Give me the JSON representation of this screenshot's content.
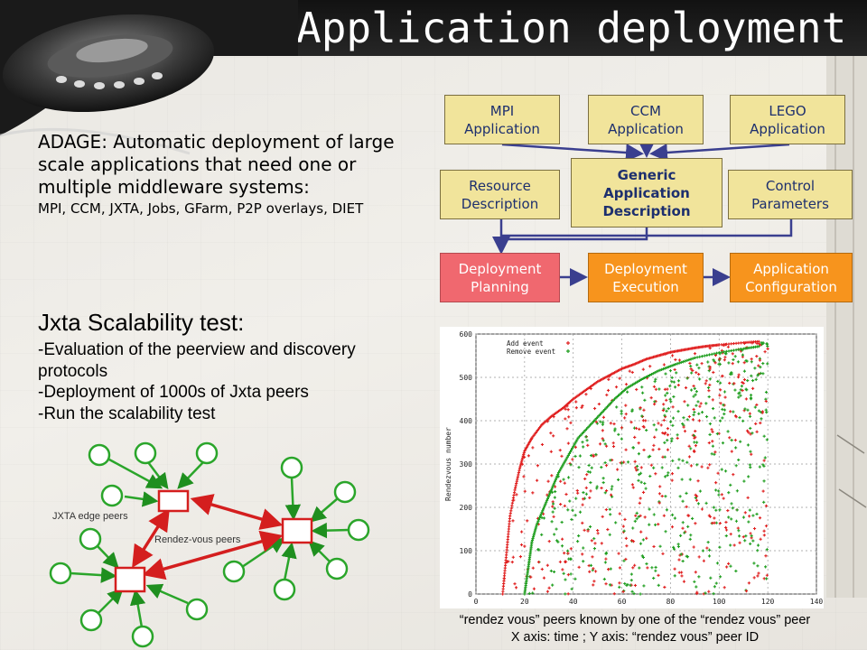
{
  "slide": {
    "title": "Application deployment",
    "adage": {
      "main": "ADAGE: Automatic deployment of large scale applications that need one or multiple middleware systems:",
      "sub": "MPI, CCM, JXTA, Jobs, GFarm, P2P overlays, DIET"
    },
    "jxta_test": {
      "heading": "Jxta Scalability test:",
      "items": [
        "-Evaluation of the peerview and discovery protocols",
        "-Deployment of 1000s of Jxta peers",
        "-Run the scalability test"
      ]
    },
    "network_diagram": {
      "edge_label": "JXTA edge peers",
      "rendezvous_label": "Rendez-vous peers"
    },
    "caption": {
      "line1": "“rendez vous” peers known by one of the “rendez vous” peer",
      "line2": "X axis: time ; Y axis: “rendez vous” peer ID"
    }
  },
  "flow": {
    "mpi": "MPI\nApplication",
    "ccm": "CCM\nApplication",
    "lego": "LEGO\nApplication",
    "resource": "Resource\nDescription",
    "generic": "Generic\nApplication\nDescription",
    "control": "Control\nParameters",
    "planning": "Deployment\nPlanning",
    "execution": "Deployment\nExecution",
    "configuration": "Application\nConfiguration",
    "colors": {
      "tan": "#f1e49b",
      "orange": "#f7941d",
      "pink": "#f0686f",
      "text": "#1d2f6e",
      "arrow": "#3a3f8f"
    }
  },
  "chart_data": {
    "type": "scatter",
    "title": "",
    "xlabel": "",
    "ylabel": "Rendezvous number",
    "xlim": [
      0,
      140
    ],
    "ylim": [
      0,
      600
    ],
    "xticks": [
      0,
      20,
      40,
      60,
      80,
      100,
      120,
      140
    ],
    "yticks": [
      0,
      100,
      200,
      300,
      400,
      500,
      600
    ],
    "grid": true,
    "legend_position": "top-left",
    "series": [
      {
        "name": "Add event",
        "color": "#e02020",
        "points": [
          [
            11,
            0
          ],
          [
            12,
            60
          ],
          [
            13,
            120
          ],
          [
            14,
            180
          ],
          [
            16,
            240
          ],
          [
            18,
            290
          ],
          [
            20,
            330
          ],
          [
            23,
            360
          ],
          [
            27,
            390
          ],
          [
            31,
            410
          ],
          [
            36,
            430
          ],
          [
            40,
            450
          ],
          [
            45,
            470
          ],
          [
            50,
            490
          ],
          [
            55,
            505
          ],
          [
            60,
            520
          ],
          [
            65,
            530
          ],
          [
            70,
            542
          ],
          [
            75,
            550
          ],
          [
            80,
            558
          ],
          [
            85,
            563
          ],
          [
            90,
            568
          ],
          [
            95,
            572
          ],
          [
            100,
            575
          ],
          [
            110,
            580
          ],
          [
            117,
            583
          ]
        ]
      },
      {
        "name": "Remove event",
        "color": "#1f9e1f",
        "points": [
          [
            20,
            0
          ],
          [
            21,
            40
          ],
          [
            22,
            80
          ],
          [
            23,
            120
          ],
          [
            25,
            160
          ],
          [
            28,
            200
          ],
          [
            31,
            240
          ],
          [
            34,
            280
          ],
          [
            38,
            320
          ],
          [
            42,
            360
          ],
          [
            47,
            390
          ],
          [
            52,
            420
          ],
          [
            57,
            450
          ],
          [
            62,
            475
          ],
          [
            68,
            495
          ],
          [
            75,
            515
          ],
          [
            82,
            530
          ],
          [
            90,
            545
          ],
          [
            100,
            557
          ],
          [
            110,
            566
          ],
          [
            117,
            572
          ]
        ]
      }
    ],
    "scatter_fill": "Dense red and green event points fill the region to the right of both frontier curves up to x=120 and y=580."
  }
}
